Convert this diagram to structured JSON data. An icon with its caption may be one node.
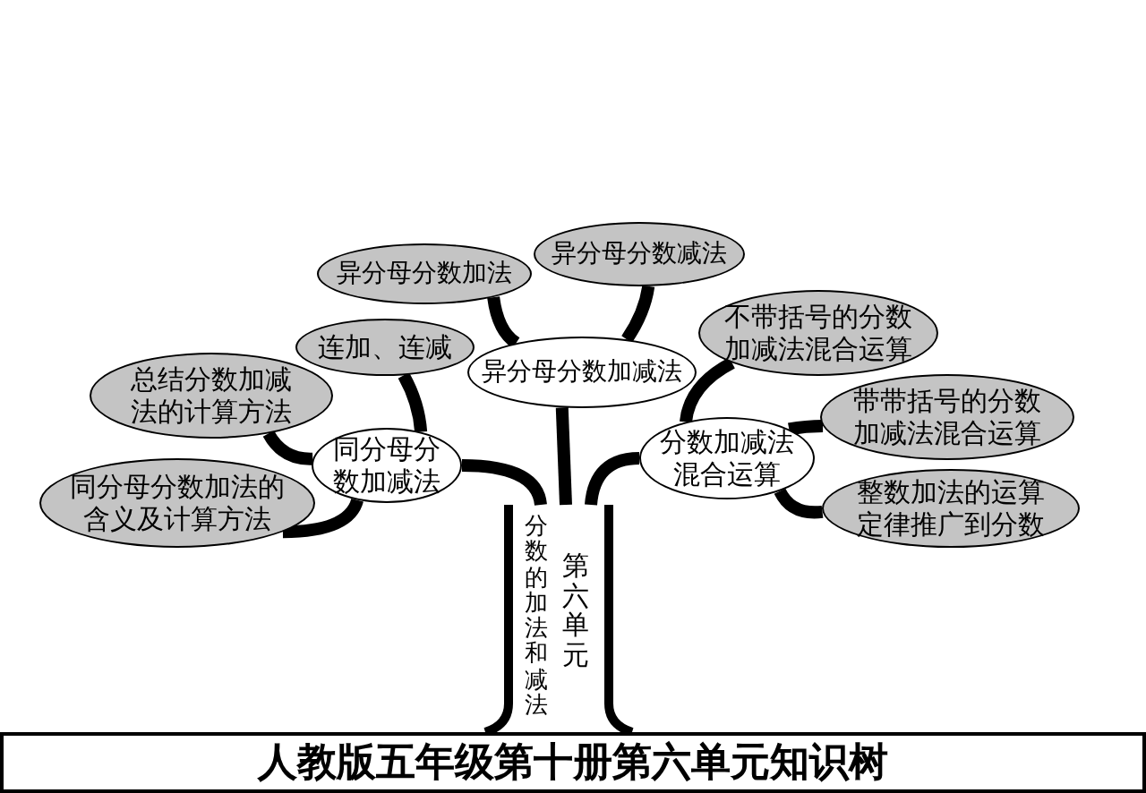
{
  "diagram": {
    "title": "人教版五年级第十册第六单元知识树",
    "nodes": [
      {
        "text": [
          "分数的加法和减法",
          "第六单元"
        ]
      },
      {
        "text": [
          "异分母分数加减法"
        ]
      },
      {
        "text": [
          "异分母分数加法"
        ]
      },
      {
        "text": [
          "异分母分数减法"
        ]
      },
      {
        "text": [
          "同分母分数加减法"
        ]
      },
      {
        "text": [
          "连加、连减"
        ]
      },
      {
        "text": [
          "总结分数加减法的计算方法"
        ]
      },
      {
        "text": [
          "同分母分数加法的含义及计算方法"
        ]
      },
      {
        "text": [
          "分数加减法混合运算"
        ]
      },
      {
        "text": [
          "不带括号的分数加减法混合运算"
        ]
      },
      {
        "text": [
          "带带括号的分数加减法混合运算"
        ]
      },
      {
        "text": [
          "整数加法的运算定律推广到分数"
        ]
      }
    ],
    "edges": [
      {
        "from": 0,
        "to": 1,
        "arrow": "none"
      },
      {
        "from": 0,
        "to": 4,
        "arrow": "none"
      },
      {
        "from": 0,
        "to": 8,
        "arrow": "none"
      },
      {
        "from": 1,
        "to": 2,
        "arrow": "none"
      },
      {
        "from": 1,
        "to": 3,
        "arrow": "none"
      },
      {
        "from": 4,
        "to": 5,
        "arrow": "none"
      },
      {
        "from": 4,
        "to": 6,
        "arrow": "none"
      },
      {
        "from": 4,
        "to": 7,
        "arrow": "none"
      },
      {
        "from": 8,
        "to": 9,
        "arrow": "none"
      },
      {
        "from": 8,
        "to": 10,
        "arrow": "none"
      },
      {
        "from": 8,
        "to": 11,
        "arrow": "none"
      }
    ]
  }
}
